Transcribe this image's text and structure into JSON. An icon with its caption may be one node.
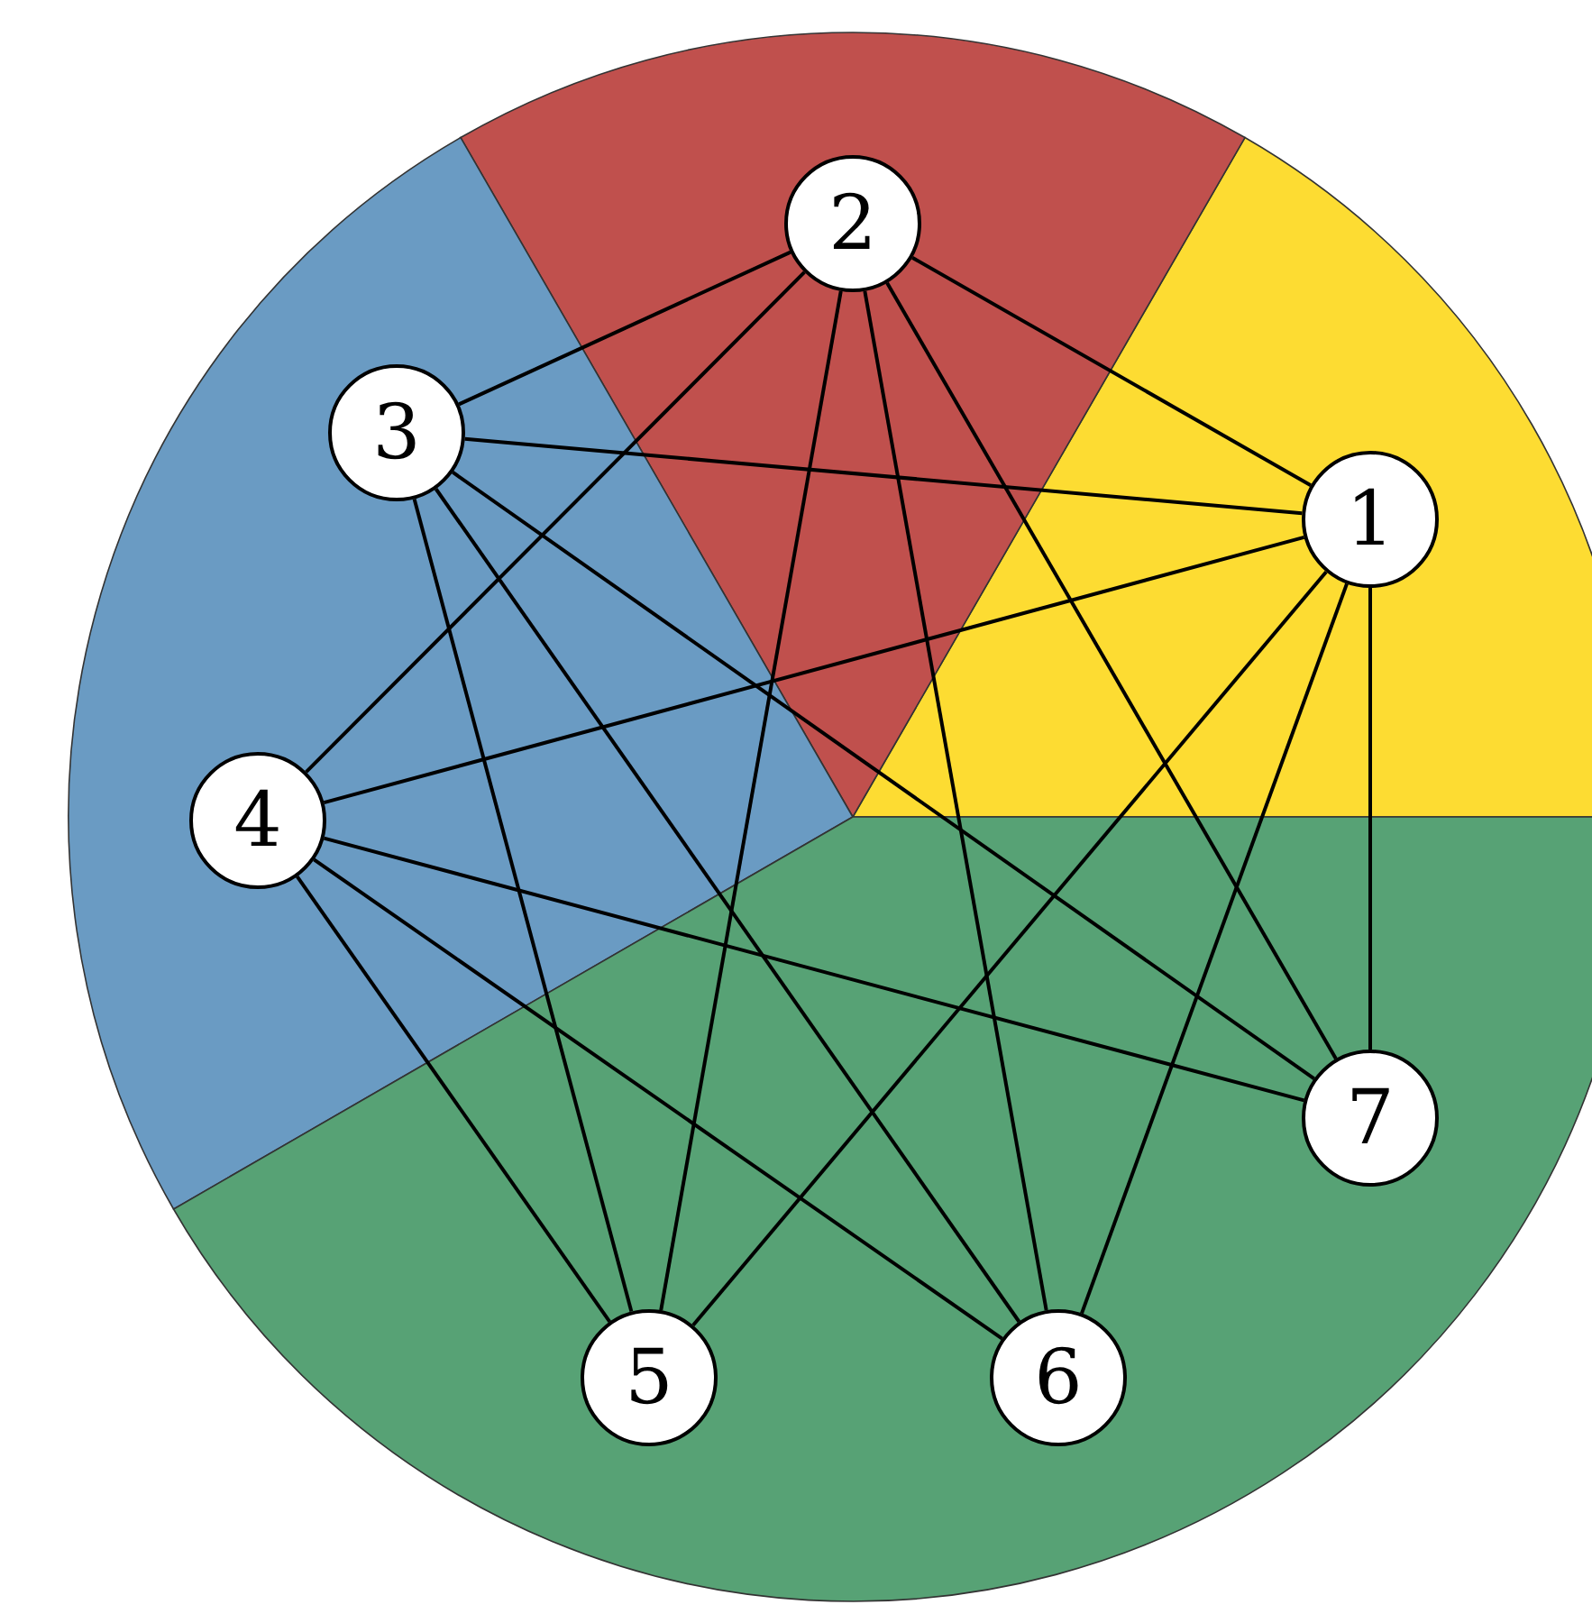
{
  "diagram": {
    "nodes": [
      {
        "text": [
          "1"
        ]
      },
      {
        "text": [
          "2"
        ]
      },
      {
        "text": [
          "3"
        ]
      },
      {
        "text": [
          "4"
        ]
      },
      {
        "text": [
          "5"
        ]
      },
      {
        "text": [
          "6"
        ]
      },
      {
        "text": [
          "7"
        ]
      }
    ],
    "edges": [
      {
        "from": 1,
        "to": 2,
        "arrow": "none"
      },
      {
        "from": 1,
        "to": 3,
        "arrow": "none"
      },
      {
        "from": 1,
        "to": 0,
        "arrow": "none"
      },
      {
        "from": 1,
        "to": 4,
        "arrow": "none"
      },
      {
        "from": 1,
        "to": 5,
        "arrow": "none"
      },
      {
        "from": 1,
        "to": 6,
        "arrow": "none"
      },
      {
        "from": 2,
        "to": 0,
        "arrow": "none"
      },
      {
        "from": 2,
        "to": 4,
        "arrow": "none"
      },
      {
        "from": 2,
        "to": 5,
        "arrow": "none"
      },
      {
        "from": 2,
        "to": 6,
        "arrow": "none"
      },
      {
        "from": 0,
        "to": 3,
        "arrow": "none"
      },
      {
        "from": 0,
        "to": 4,
        "arrow": "none"
      },
      {
        "from": 0,
        "to": 5,
        "arrow": "none"
      },
      {
        "from": 0,
        "to": 6,
        "arrow": "none"
      },
      {
        "from": 3,
        "to": 6,
        "arrow": "none"
      },
      {
        "from": 3,
        "to": 4,
        "arrow": "none"
      },
      {
        "from": 3,
        "to": 5,
        "arrow": "none"
      }
    ]
  }
}
